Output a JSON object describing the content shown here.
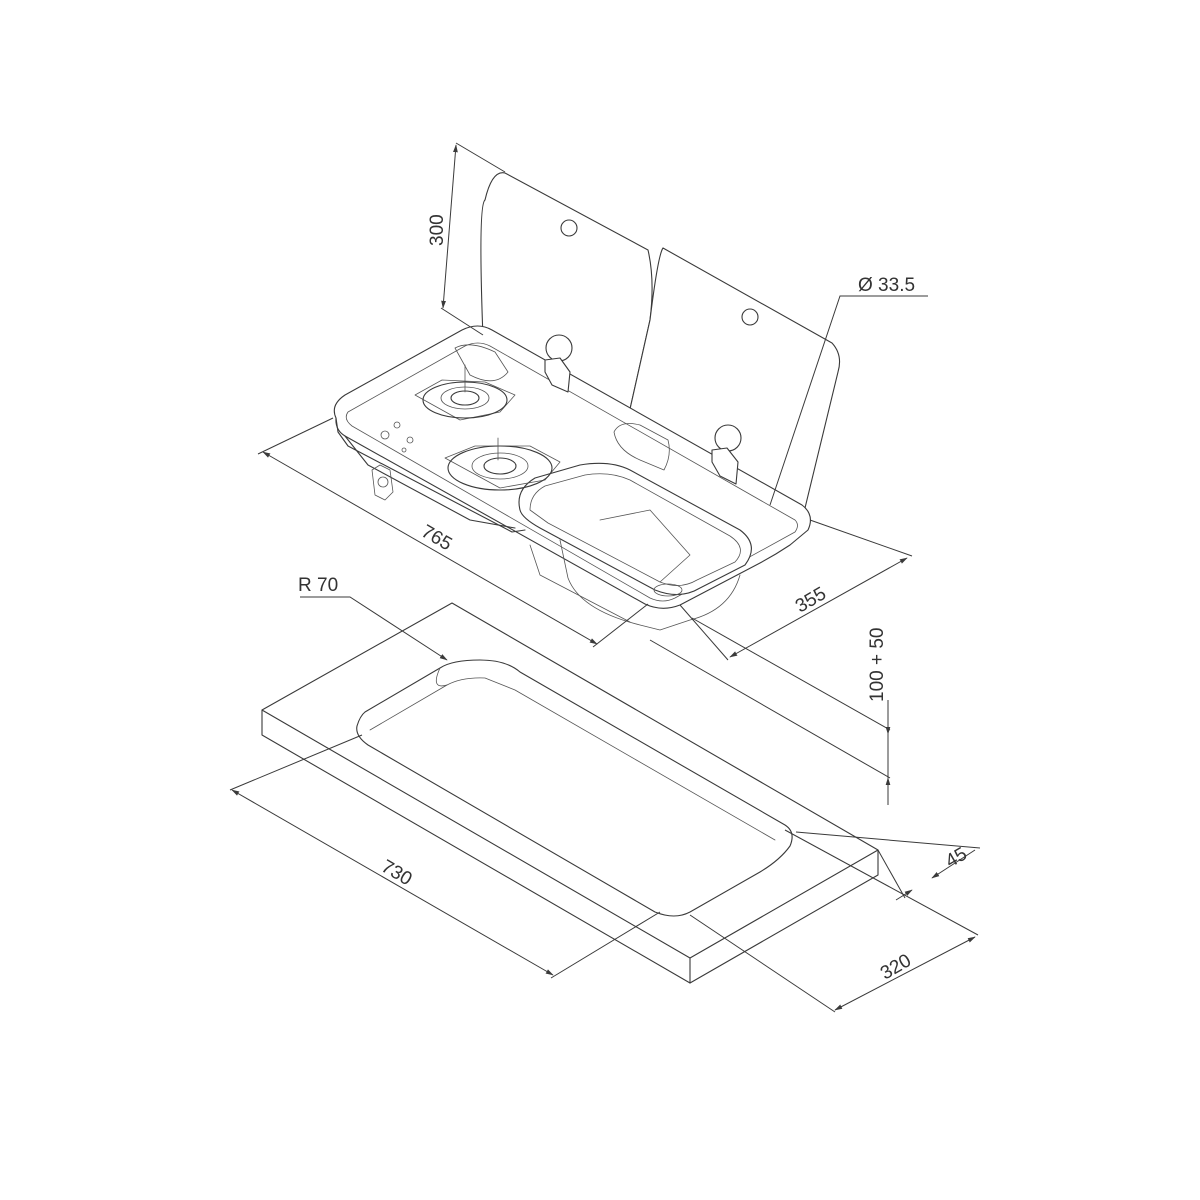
{
  "dimensions": {
    "lid_height": "300",
    "hole_diameter": "Ø 33.5",
    "overall_length": "765",
    "overall_depth": "355",
    "under_clearance": "100 + 50",
    "corner_radius": "R 70",
    "cutout_length": "730",
    "worktop_edge": "45",
    "cutout_depth": "320"
  },
  "colors": {
    "line": "#3a3a3a",
    "background": "#ffffff"
  }
}
